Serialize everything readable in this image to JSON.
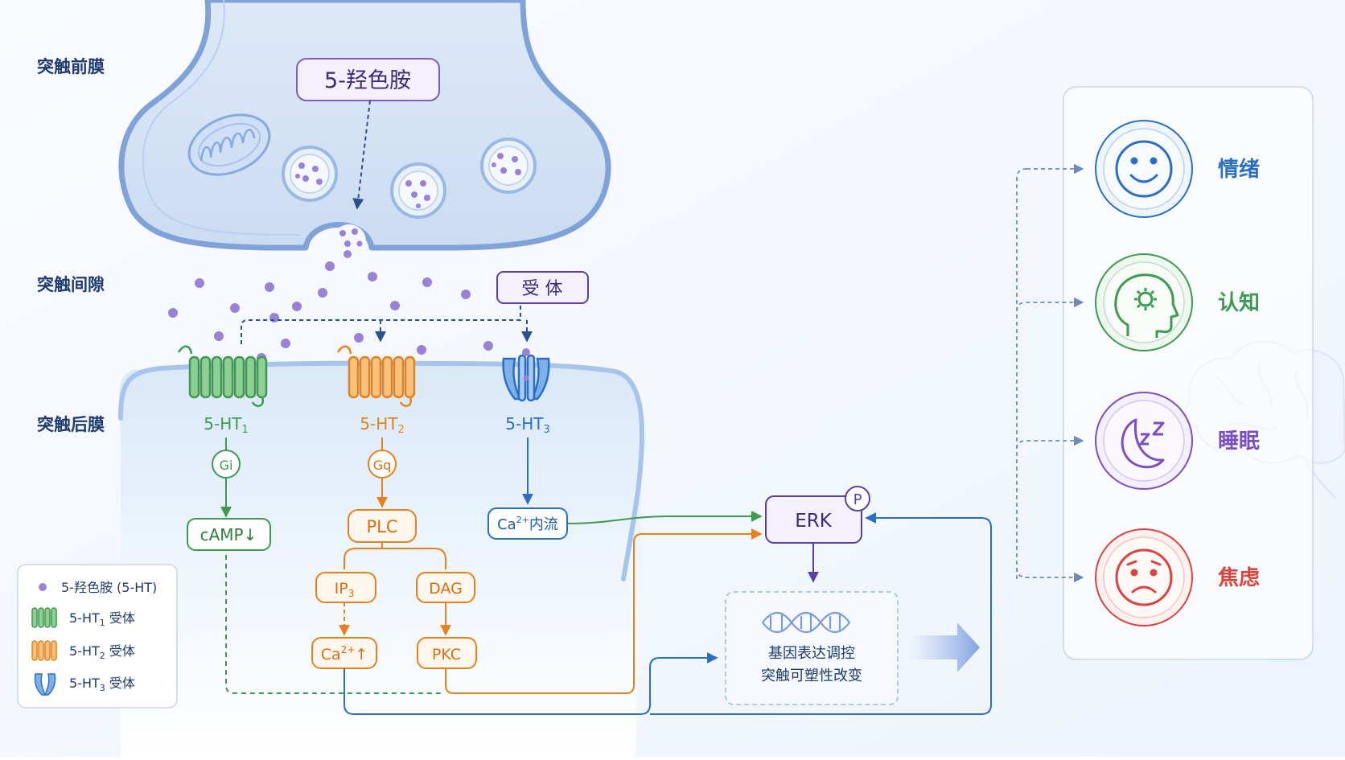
{
  "regions": {
    "presynaptic": "突触前膜",
    "cleft": "突触间隙",
    "postsynaptic": "突触后膜"
  },
  "labels": {
    "serotonin": "5-羟色胺",
    "receptor": "受 体"
  },
  "receptors": {
    "ht1": {
      "base": "5-HT",
      "sub": "1"
    },
    "ht2": {
      "base": "5-HT",
      "sub": "2"
    },
    "ht3": {
      "base": "5-HT",
      "sub": "3"
    }
  },
  "gproteins": {
    "gi": "Gi",
    "gq": "Gq"
  },
  "pathway": {
    "camp": "cAMP↓",
    "plc": "PLC",
    "ip3": {
      "base": "IP",
      "sub": "3"
    },
    "dag": "DAG",
    "ca_up": {
      "base": "Ca",
      "sup": "2+",
      "tail": "↑"
    },
    "pkc": "PKC",
    "ca_influx": {
      "base": "Ca",
      "sup": "2+",
      "tail": "内流"
    },
    "erk": "ERK",
    "phospho": "P",
    "gene_line1": "基因表达调控",
    "gene_line2": "突触可塑性改变"
  },
  "legend": {
    "serotonin": "5-羟色胺 (5-HT)",
    "ht1": {
      "base": "5-HT",
      "sub": "1",
      "tail": " 受体"
    },
    "ht2": {
      "base": "5-HT",
      "sub": "2",
      "tail": " 受体"
    },
    "ht3": {
      "base": "5-HT",
      "sub": "3",
      "tail": " 受体"
    }
  },
  "outcomes": [
    {
      "label": "情绪",
      "icon": "smile-face-icon",
      "color": "#2a6fc4"
    },
    {
      "label": "认知",
      "icon": "head-gear-icon",
      "color": "#3d9a50"
    },
    {
      "label": "睡眠",
      "icon": "moon-zz-icon",
      "color": "#7a4fc2"
    },
    {
      "label": "焦虑",
      "icon": "worried-face-icon",
      "color": "#d9453e"
    }
  ],
  "colors": {
    "ht1": "#3d9a50",
    "ht2": "#e6821e",
    "ht3": "#2a6fc4",
    "erk": "#5b3fa8",
    "serotonin": "#9b82d9"
  }
}
